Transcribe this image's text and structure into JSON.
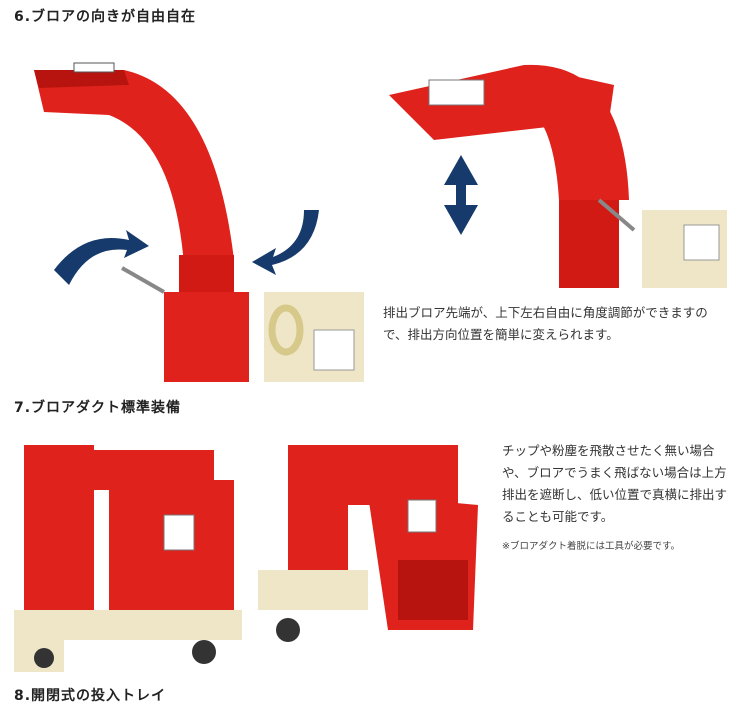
{
  "sections": [
    {
      "heading": "6.ブロアの向きが自由自在"
    },
    {
      "heading": "7.ブロアダクト標準装備"
    },
    {
      "heading": "8.開閉式の投入トレイ"
    }
  ],
  "text": {
    "adjust_description": "排出ブロア先端が、上下左右自由に角度調節ができますので、排出方向位置を簡単に変えられます。",
    "duct_description": "チップや粉塵を飛散させたく無い場合や、ブロアでうまく飛ばない場合は上方排出を遮断し、低い位置で真横に排出することも可能です。",
    "duct_note": "※ブロアダクト着脱には工具が必要です。"
  },
  "colors": {
    "machine_red": "#e0221c",
    "cream": "#efe6c8",
    "arrow_navy": "#163a6b"
  }
}
